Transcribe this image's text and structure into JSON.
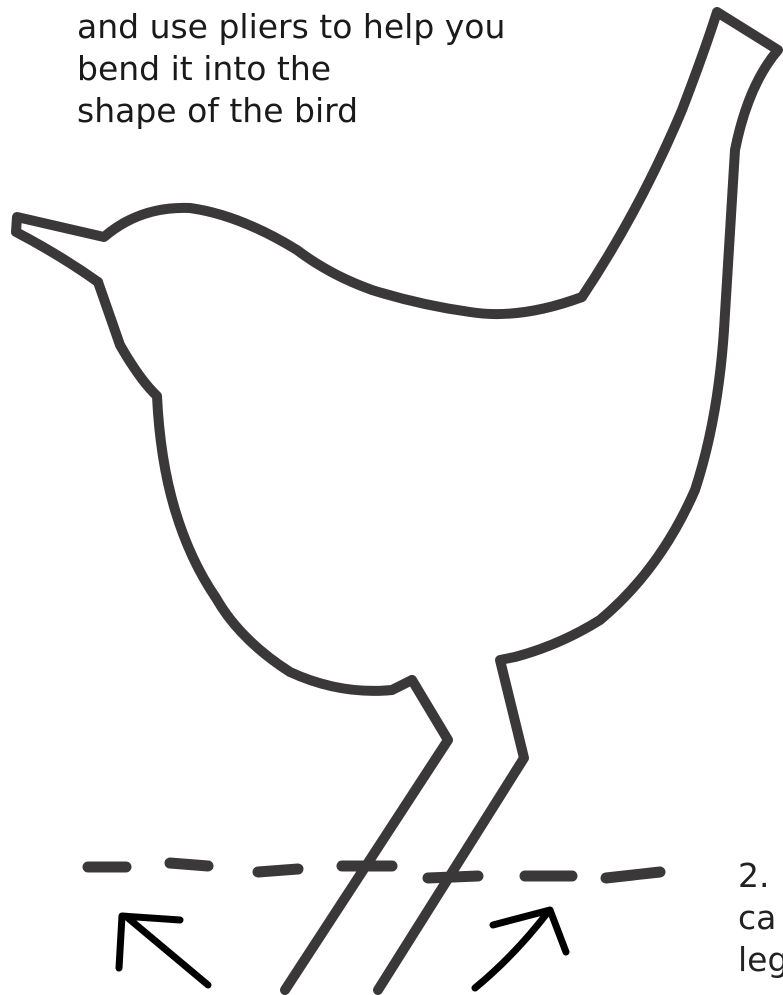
{
  "instruction": {
    "lines": [
      "and use pliers to help you",
      "bend it into the",
      "shape of the bird"
    ]
  },
  "step_two": {
    "lines": [
      "2.",
      "ca",
      "leg"
    ]
  },
  "illustration": {
    "subject": "bird-outline",
    "colors": {
      "outline": "#3a3839",
      "arrows": "#000000",
      "background": "#ffffff"
    }
  }
}
